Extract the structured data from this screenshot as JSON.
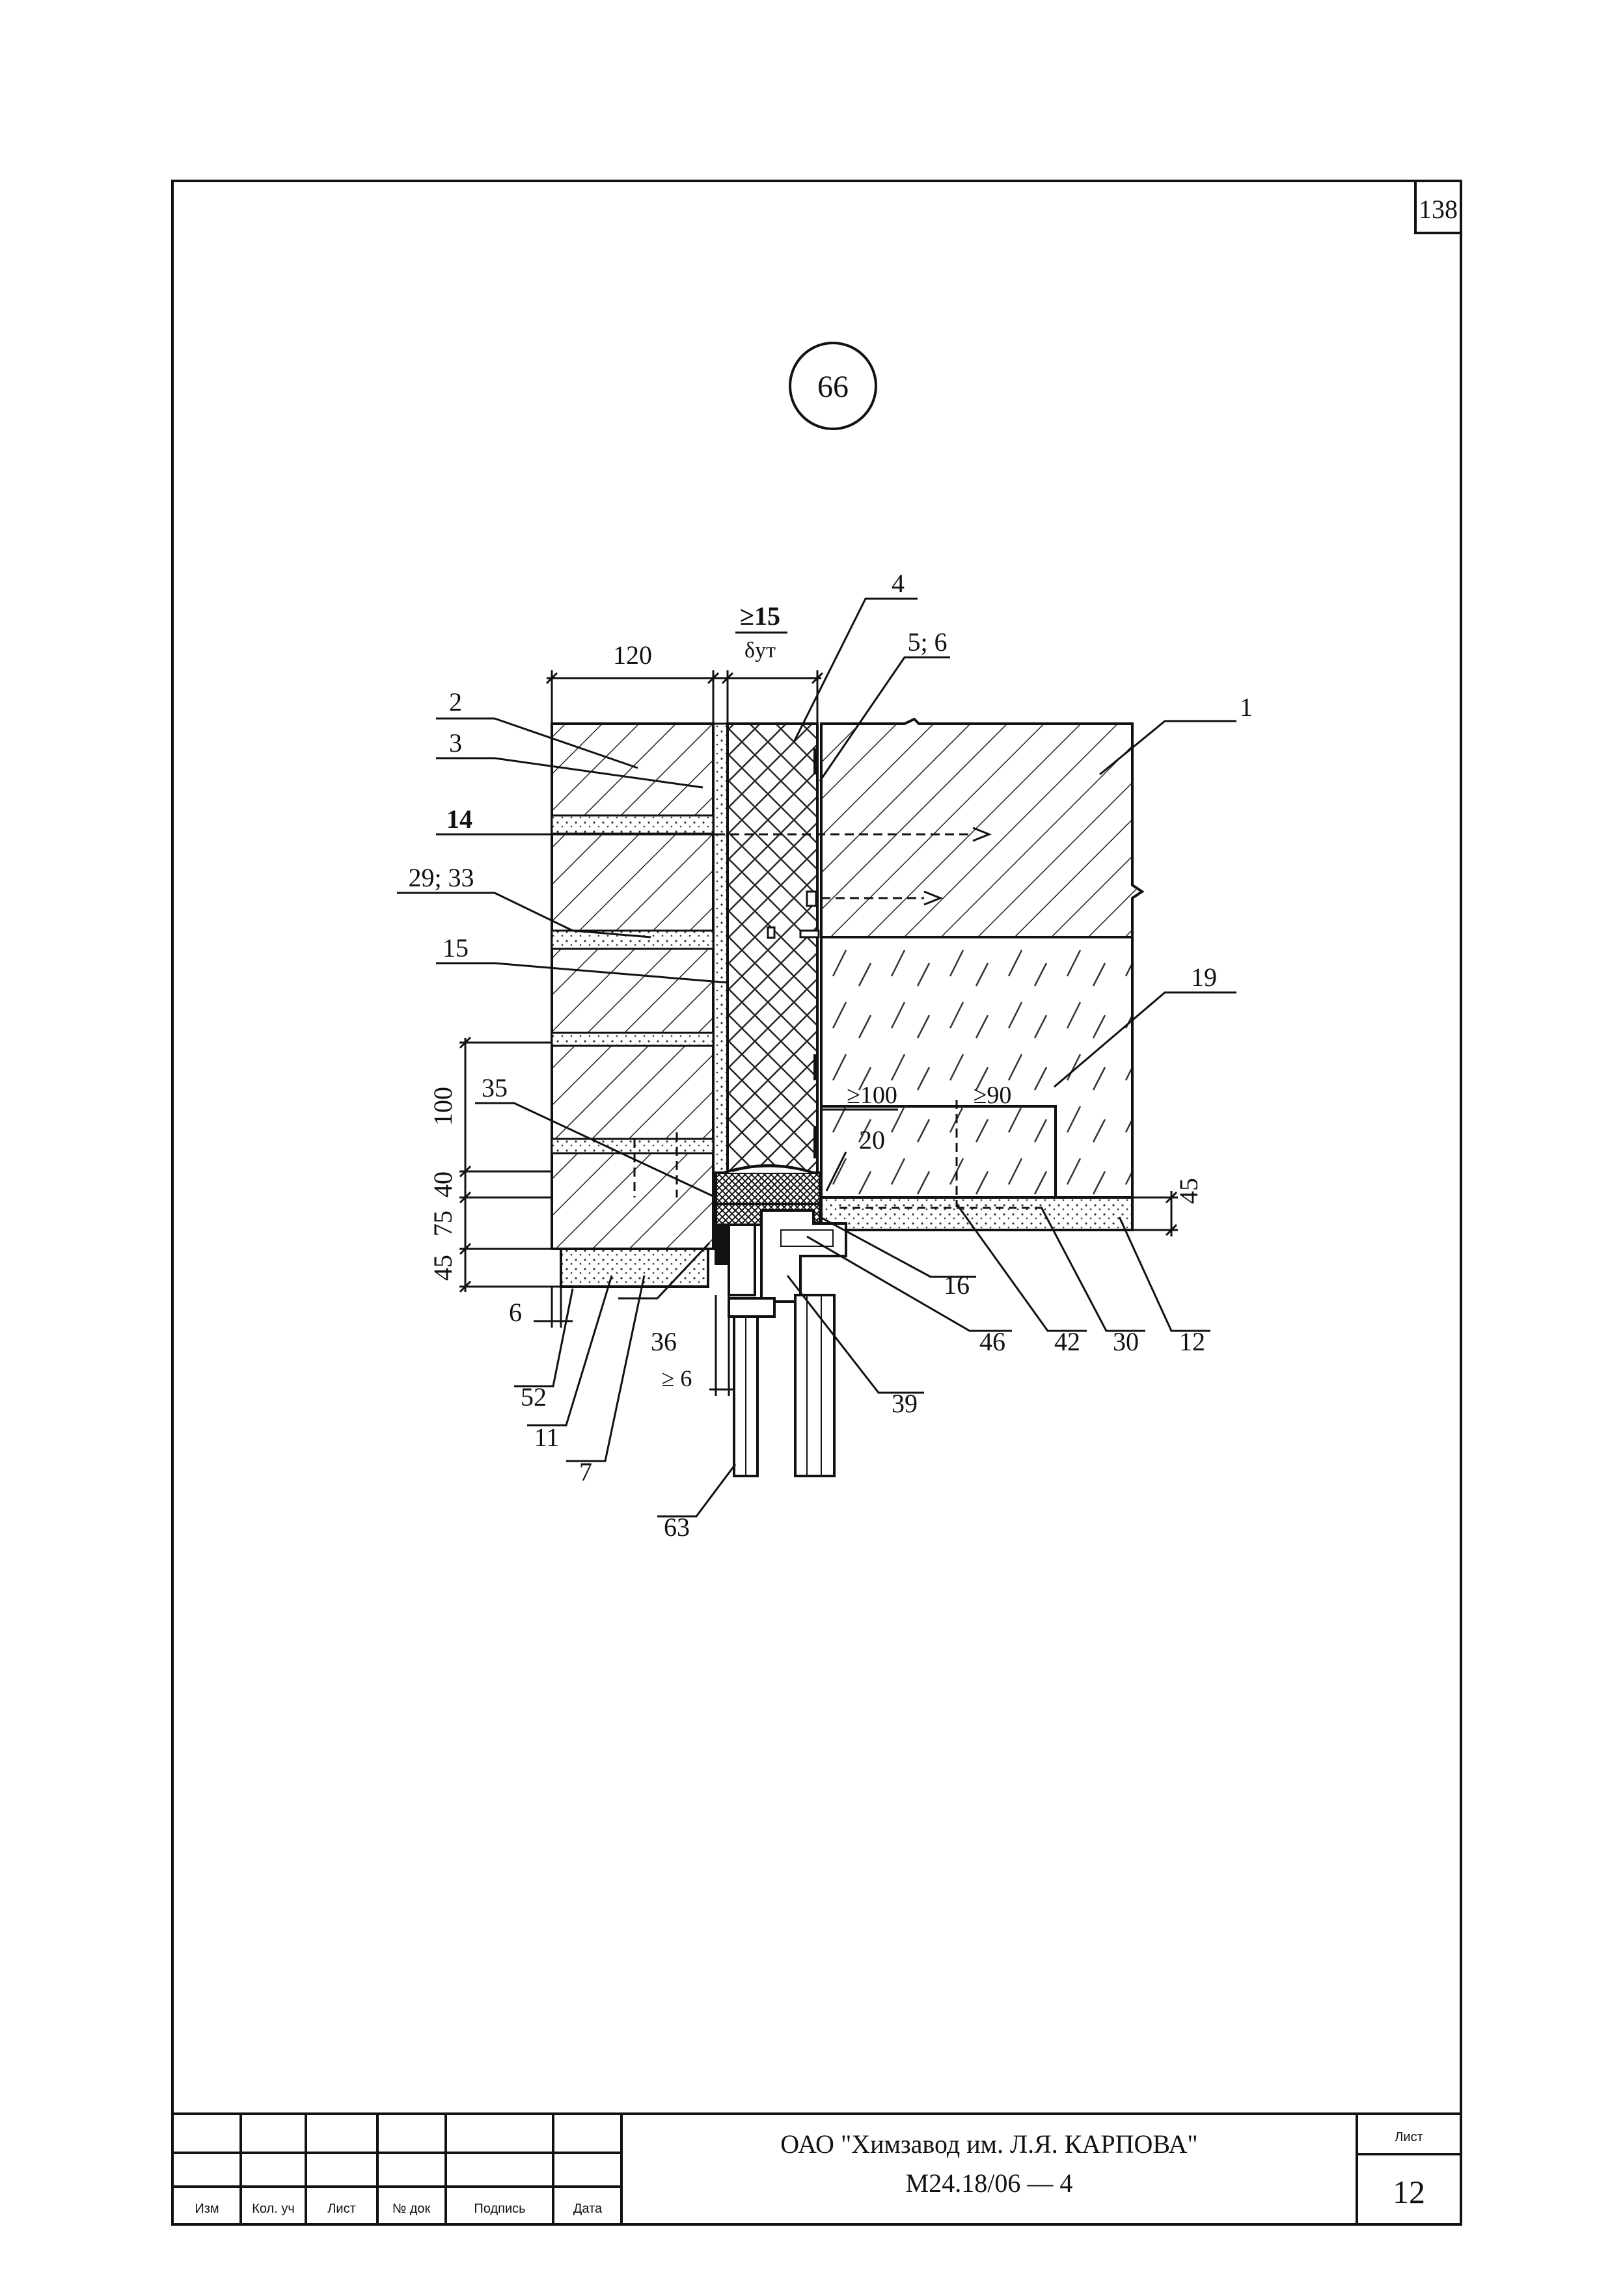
{
  "sheet_corner_number": "138",
  "detail": {
    "number": "66"
  },
  "dimensions": {
    "d120": "120",
    "d15": "≥15",
    "dut": "δут",
    "d100_left": "100",
    "d40": "40",
    "d75": "75",
    "d45_left": "45",
    "d6_left": "6",
    "d6_bottom": "≥ 6",
    "d100_inner": "≥100",
    "d90": "≥90",
    "d45_right": "45"
  },
  "callouts": {
    "c1": "1",
    "c2": "2",
    "c3": "3",
    "c4": "4",
    "c5_6": "5; 6",
    "c14": "14",
    "c29_33": "29; 33",
    "c15": "15",
    "c19": "19",
    "c35": "35",
    "c20": "20",
    "c16": "16",
    "c46": "46",
    "c42": "42",
    "c30": "30",
    "c12": "12",
    "c36": "36",
    "c39": "39",
    "c52": "52",
    "c11": "11",
    "c7": "7",
    "c63": "63"
  },
  "title_block": {
    "col_izm": "Изм",
    "col_kol": "Кол. уч",
    "col_list": "Лист",
    "col_ndok": "№ док",
    "col_podp": "Подпись",
    "col_data": "Дата",
    "organization": "ОАО \"Химзавод им. Л.Я. КАРПОВА\"",
    "document_code": "М24.18/06 — 4",
    "sheet_label": "Лист",
    "sheet_number": "12"
  }
}
